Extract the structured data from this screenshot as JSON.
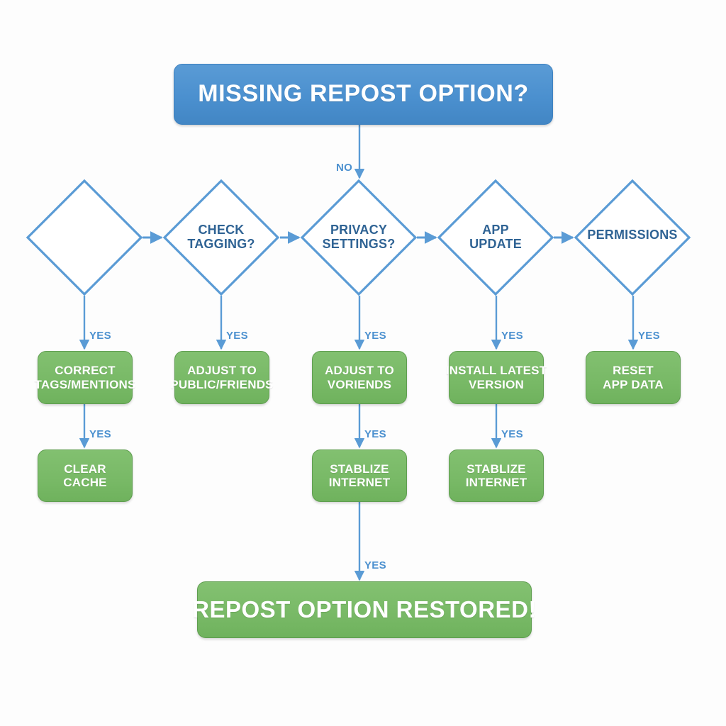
{
  "diagram": {
    "title": "MISSING REPOST OPTION?",
    "palette": {
      "background": "#fdfdfd",
      "decision_stroke": "#5a9bd5",
      "decision_text": "#2f6394",
      "header_fill": "#4b90cf",
      "action_fill": "#76b965",
      "action_text": "#ffffff",
      "edge": "#5a9bd5",
      "edge_label": "#4b90cf"
    },
    "header": {
      "label": "MISSING REPOST OPTION?"
    },
    "decisions": [
      {
        "id": "d1",
        "line1": "",
        "line2": ""
      },
      {
        "id": "d2",
        "line1": "CHECK",
        "line2": "TAGGING?"
      },
      {
        "id": "d3",
        "line1": "PRIVACY",
        "line2": "SETTINGS?"
      },
      {
        "id": "d4",
        "line1": "APP",
        "line2": "UPDATE"
      },
      {
        "id": "d5",
        "line1": "PERMISSIONS",
        "line2": ""
      }
    ],
    "actions_row1": [
      {
        "id": "a1",
        "line1": "CORRECT",
        "line2": "TAGS/MENTIONS"
      },
      {
        "id": "a2",
        "line1": "ADJUST TO",
        "line2": "PUBLIC/FRIENDS"
      },
      {
        "id": "a3",
        "line1": "ADJUST TO",
        "line2": "VORIENDS"
      },
      {
        "id": "a4",
        "line1": "INSTALL LATEST",
        "line2": "VERSION"
      },
      {
        "id": "a5",
        "line1": "RESET",
        "line2": "APP DATA"
      }
    ],
    "actions_row2": [
      {
        "id": "b1",
        "line1": "CLEAR",
        "line2": "CACHE"
      },
      {
        "id": "b3",
        "line1": "STABLIZE",
        "line2": "INTERNET"
      },
      {
        "id": "b4",
        "line1": "STABLIZE",
        "line2": "INTERNET"
      }
    ],
    "result": {
      "label": "REPOST OPTION RESTORED!"
    },
    "edge_labels": {
      "no": "NO",
      "yes": "YES"
    }
  }
}
